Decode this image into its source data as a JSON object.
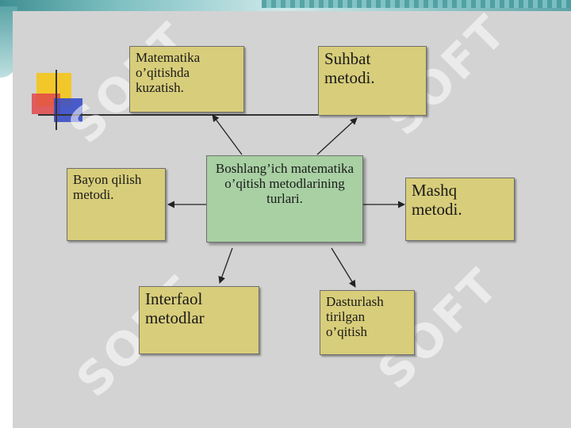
{
  "diagram": {
    "center": {
      "text": "Boshlang’ich matematika o’qitish metodlarining turlari."
    },
    "nodes": [
      {
        "id": "kuzatish",
        "text": "Matematika o’qitishda kuzatish."
      },
      {
        "id": "suhbat",
        "text": "Suhbat metodi."
      },
      {
        "id": "bayon",
        "text": "Bayon qilish metodi."
      },
      {
        "id": "mashq",
        "text": "Mashq metodi."
      },
      {
        "id": "interfaol",
        "text": "Interfaol metodlar"
      },
      {
        "id": "dasturlash",
        "text": "Dasturlash tirilgan o’qitish"
      }
    ]
  },
  "watermark": {
    "text": "SOFT"
  },
  "colors": {
    "node_fill": "#d8cd7a",
    "center_fill": "#a8d0a3",
    "slide_background": "#d3d3d3",
    "teal_accent": "#5aa4a7"
  }
}
